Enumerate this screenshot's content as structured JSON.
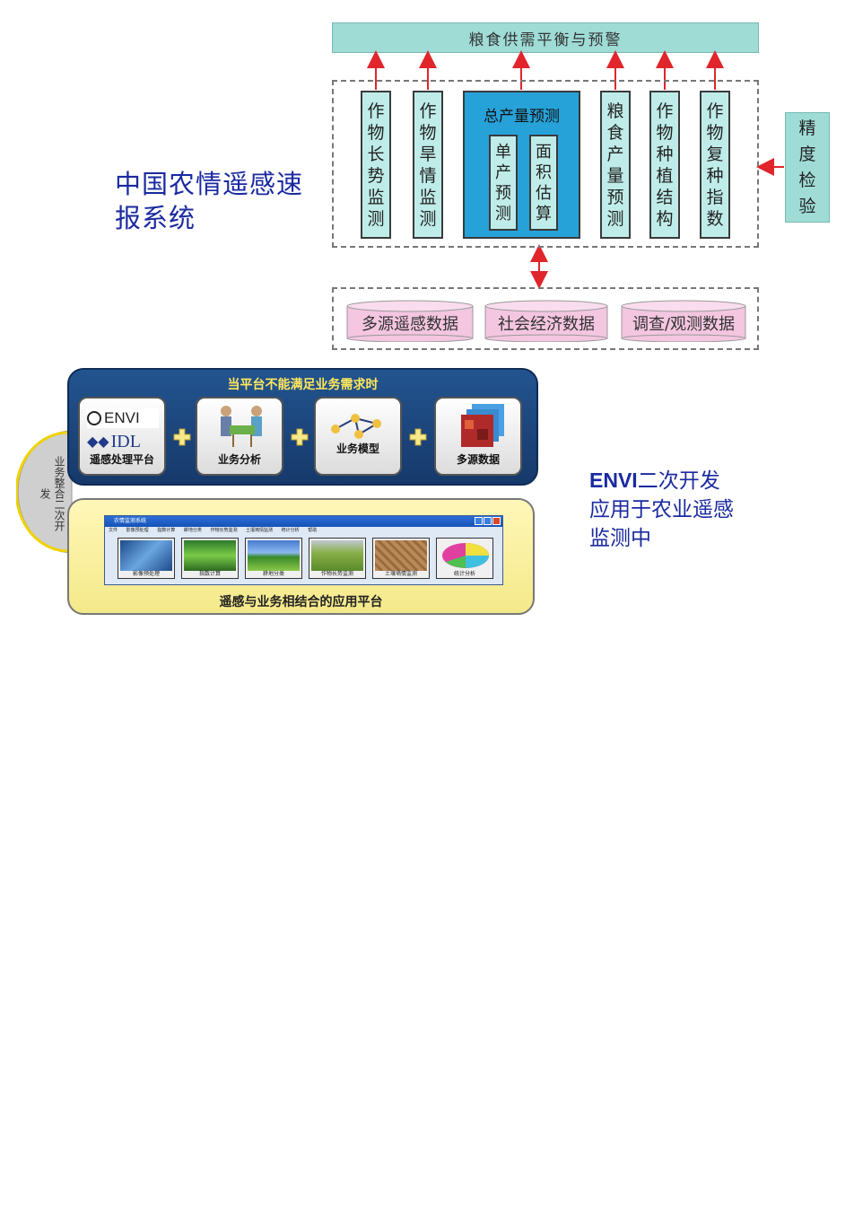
{
  "top_diagram": {
    "title": "中国农情遥感速报系统",
    "top_bar": "粮食供需平衡与预警",
    "columns": [
      {
        "label": "作物长势监测"
      },
      {
        "label": "作物旱情监测"
      },
      {
        "label": "粮食产量预测"
      },
      {
        "label": "作物种植结构"
      },
      {
        "label": "作物复种指数"
      }
    ],
    "total_forecast": {
      "title": "总产量预测",
      "sub": [
        "单产预测",
        "面积估算"
      ]
    },
    "accuracy_check": "精度检验",
    "data_sources": [
      "多源遥感数据",
      "社会经济数据",
      "调查/观测数据"
    ],
    "colors": {
      "teal": "#9fdcd6",
      "blue": "#26a2d8",
      "arrow": "#e0252b",
      "pink": "#f4c6e0"
    }
  },
  "bottom_diagram": {
    "blue_title": "当平台不能满足业务需求时",
    "tiles": [
      {
        "label": "遥感处理平台",
        "logo1": "ENVI",
        "logo2": "IDL"
      },
      {
        "label": "业务分析"
      },
      {
        "label": "业务模型"
      },
      {
        "label": "多源数据"
      }
    ],
    "side_text": "业务整合二次开发",
    "app": {
      "title": "农情监测系统",
      "menu": [
        "文件",
        "影像预处理",
        "指数计算",
        "耕地分类",
        "作物长势监测",
        "土壤墒情监测",
        "统计分析",
        "帮助"
      ],
      "thumbs": [
        "影像预处理",
        "指数计算",
        "耕地分类",
        "作物长势监测",
        "土壤墒情监测",
        "统计分析"
      ]
    },
    "yellow_caption": "遥感与业务相结合的应用平台"
  },
  "envi_text": {
    "bold": "ENVI",
    "line1": "二次开发",
    "line2": "应用于农业遥感",
    "line3": "监测中"
  }
}
